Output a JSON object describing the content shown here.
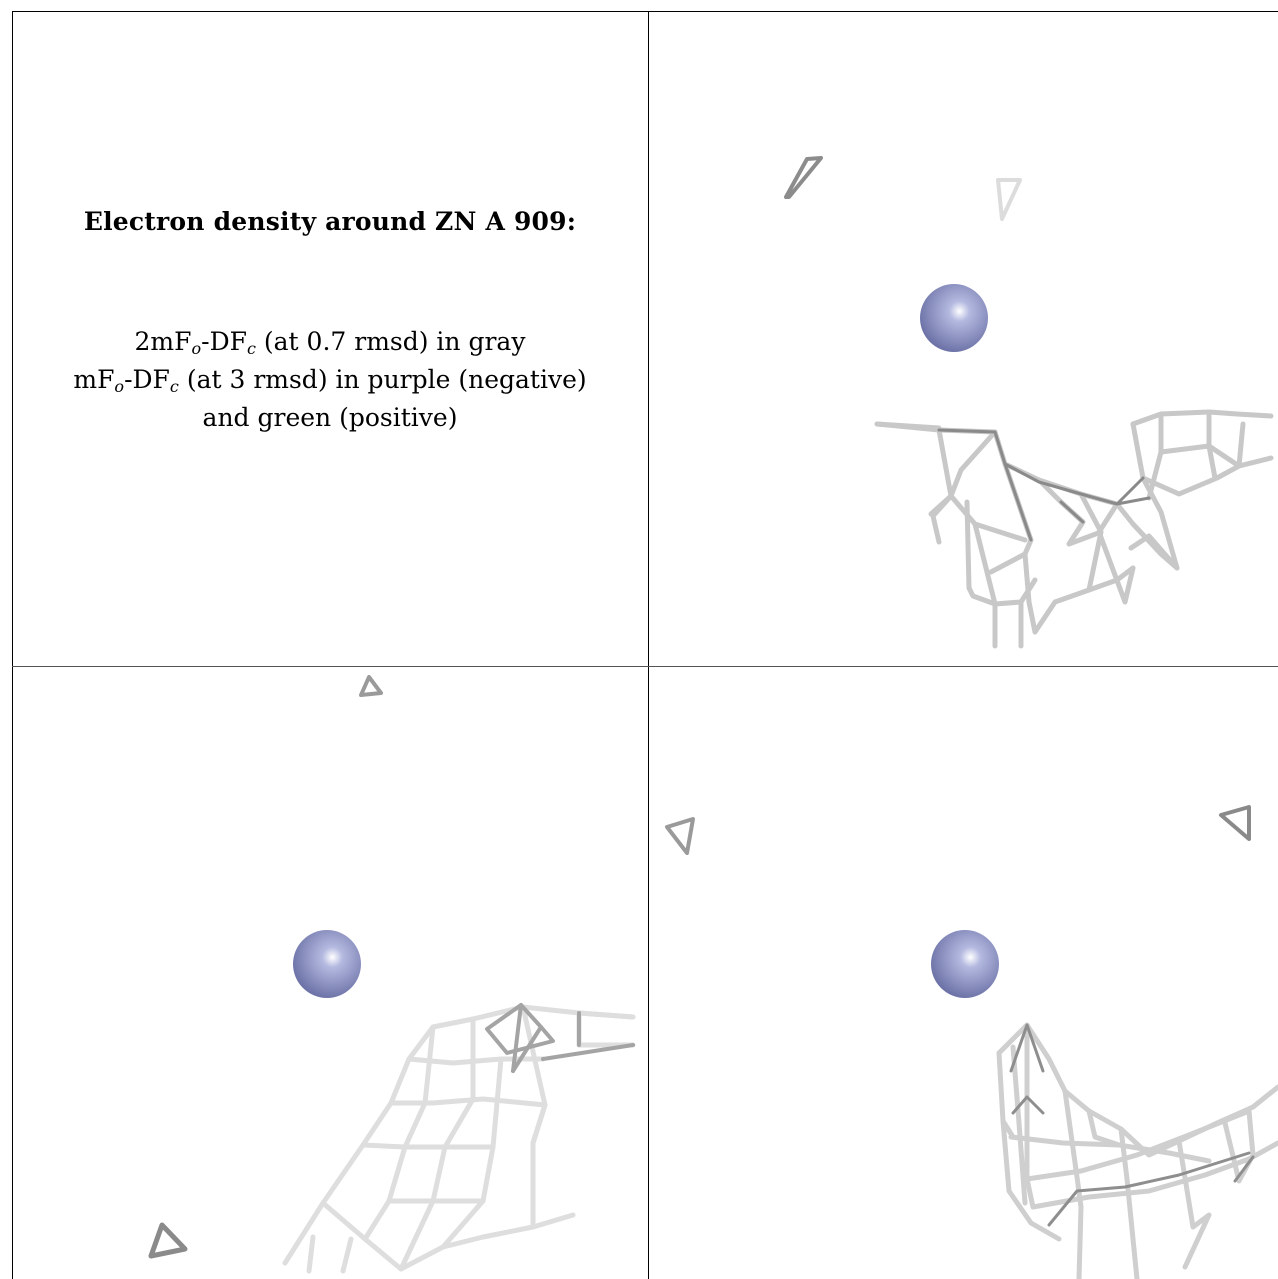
{
  "caption": {
    "title": "Electron density around ZN A 909:",
    "line1": {
      "a": "2mF",
      "b": "o",
      "c": "-DF",
      "d": "c",
      "e": " (at 0.7 rmsd) in gray"
    },
    "line2": {
      "a": "mF",
      "b": "o",
      "c": "-DF",
      "d": "c",
      "e": " (at 3 rmsd) in purple (negative)"
    },
    "line3": "and green (positive)"
  },
  "colors": {
    "atom": "#8f95c6",
    "mesh_light": "#d9d9d9",
    "mesh_dark": "#8a8a8a",
    "grid": "#000000"
  },
  "panels": [
    {
      "id": "top-right",
      "atom": "ZN"
    },
    {
      "id": "bottom-left",
      "atom": "ZN"
    },
    {
      "id": "bottom-right",
      "atom": "ZN"
    }
  ]
}
